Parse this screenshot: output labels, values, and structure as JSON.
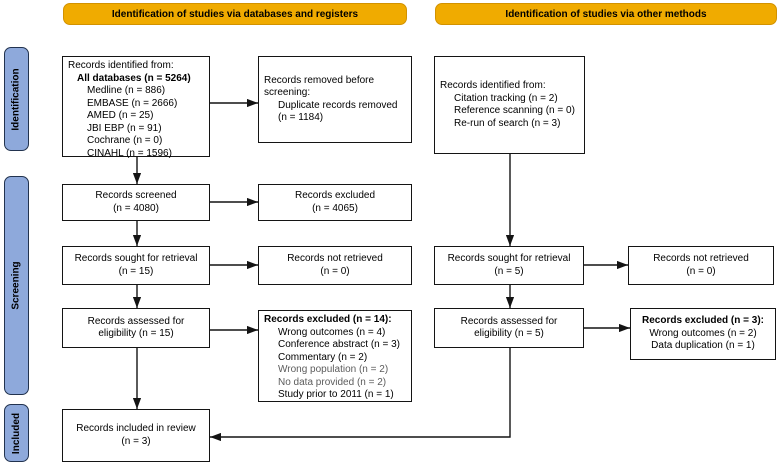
{
  "headers": {
    "left": "Identification of studies via databases and registers",
    "right": "Identification of studies via other methods"
  },
  "sidebar": {
    "identification": "Identification",
    "screening": "Screening",
    "included": "Included"
  },
  "colors": {
    "header_bg": "#F0AB00",
    "header_border": "#D29200",
    "sidebar_bg": "#8EA9DB",
    "sidebar_border": "#22334F",
    "box_border": "#141414",
    "muted_text": "#5c5c5c"
  },
  "boxes": {
    "db_identified": {
      "title": "Records identified from:",
      "subtitle": "All databases (n = 5264)",
      "items": [
        "Medline (n = 886)",
        "EMBASE (n = 2666)",
        "AMED (n = 25)",
        "JBI EBP (n = 91)",
        "Cochrane (n = 0)",
        "CINAHL (n = 1596)"
      ]
    },
    "duplicates_removed": {
      "title": "Records removed before screening:",
      "item": "Duplicate records removed (n = 1184)"
    },
    "other_identified": {
      "title": "Records identified from:",
      "items": [
        "Citation tracking (n = 2)",
        "Reference scanning (n = 0)",
        "Re-run of search (n = 3)"
      ]
    },
    "records_screened": {
      "line1": "Records screened",
      "line2": "(n = 4080)"
    },
    "records_excluded_screen": {
      "line1": "Records excluded",
      "line2": "(n = 4065)"
    },
    "sought_retrieval_db": {
      "line1": "Records sought for retrieval",
      "line2": "(n = 15)"
    },
    "not_retrieved_db": {
      "line1": "Records not retrieved",
      "line2": "(n = 0)"
    },
    "sought_retrieval_other": {
      "line1": "Records sought for retrieval",
      "line2": "(n = 5)"
    },
    "not_retrieved_other": {
      "line1": "Records not retrieved",
      "line2": "(n = 0)"
    },
    "assessed_db": {
      "line1": "Records assessed for",
      "line2": "eligibility (n = 15)"
    },
    "excluded_eligibility_db": {
      "title": "Records excluded (n = 14):",
      "items": [
        "Wrong outcomes (n = 4)",
        "Conference abstract (n = 3)",
        "Commentary (n = 2)",
        "Wrong population (n = 2)",
        "No data provided (n = 2)",
        "Study prior to 2011 (n = 1)"
      ]
    },
    "assessed_other": {
      "line1": "Records assessed for",
      "line2": "eligibility (n = 5)"
    },
    "excluded_eligibility_other": {
      "title": "Records excluded (n = 3):",
      "items": [
        "Wrong outcomes (n = 2)",
        "Data duplication (n = 1)"
      ]
    },
    "included_review": {
      "line1": "Records included in review",
      "line2": "(n = 3)"
    }
  }
}
